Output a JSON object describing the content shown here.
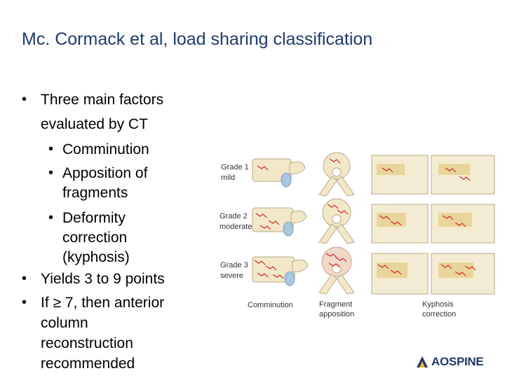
{
  "title": "Mc. Cormack et al, load sharing classification",
  "bullets": {
    "b1_line1": "Three main factors",
    "b1_line2": "evaluated by CT",
    "sub1": "Comminution",
    "sub2_line1": "Apposition of",
    "sub2_line2": "fragments",
    "sub3_line1": "Deformity",
    "sub3_line2": "correction",
    "sub3_line3": "(kyphosis)",
    "b2": "Yields 3 to 9 points",
    "b3_line1": "If ≥ 7, then anterior",
    "b3_line2": "column",
    "b3_line3": "reconstruction",
    "b3_line4": "recommended"
  },
  "figure": {
    "grade1_title": "Grade 1",
    "grade1_sub": "mild",
    "grade2_title": "Grade 2",
    "grade2_sub": "moderate",
    "grade3_title": "Grade 3",
    "grade3_sub": "severe",
    "col1": "Comminution",
    "col2_line1": "Fragment",
    "col2_line2": "apposition",
    "col3_line1": "Kyphosis",
    "col3_line2": "correction"
  },
  "logo": {
    "text": "AOSPINE",
    "icon": "ao-logo-icon"
  },
  "colors": {
    "title": "#1f3a6e",
    "bone": "#f2e8c8",
    "fracture": "#d6242a",
    "disc": "#a9c7de"
  }
}
